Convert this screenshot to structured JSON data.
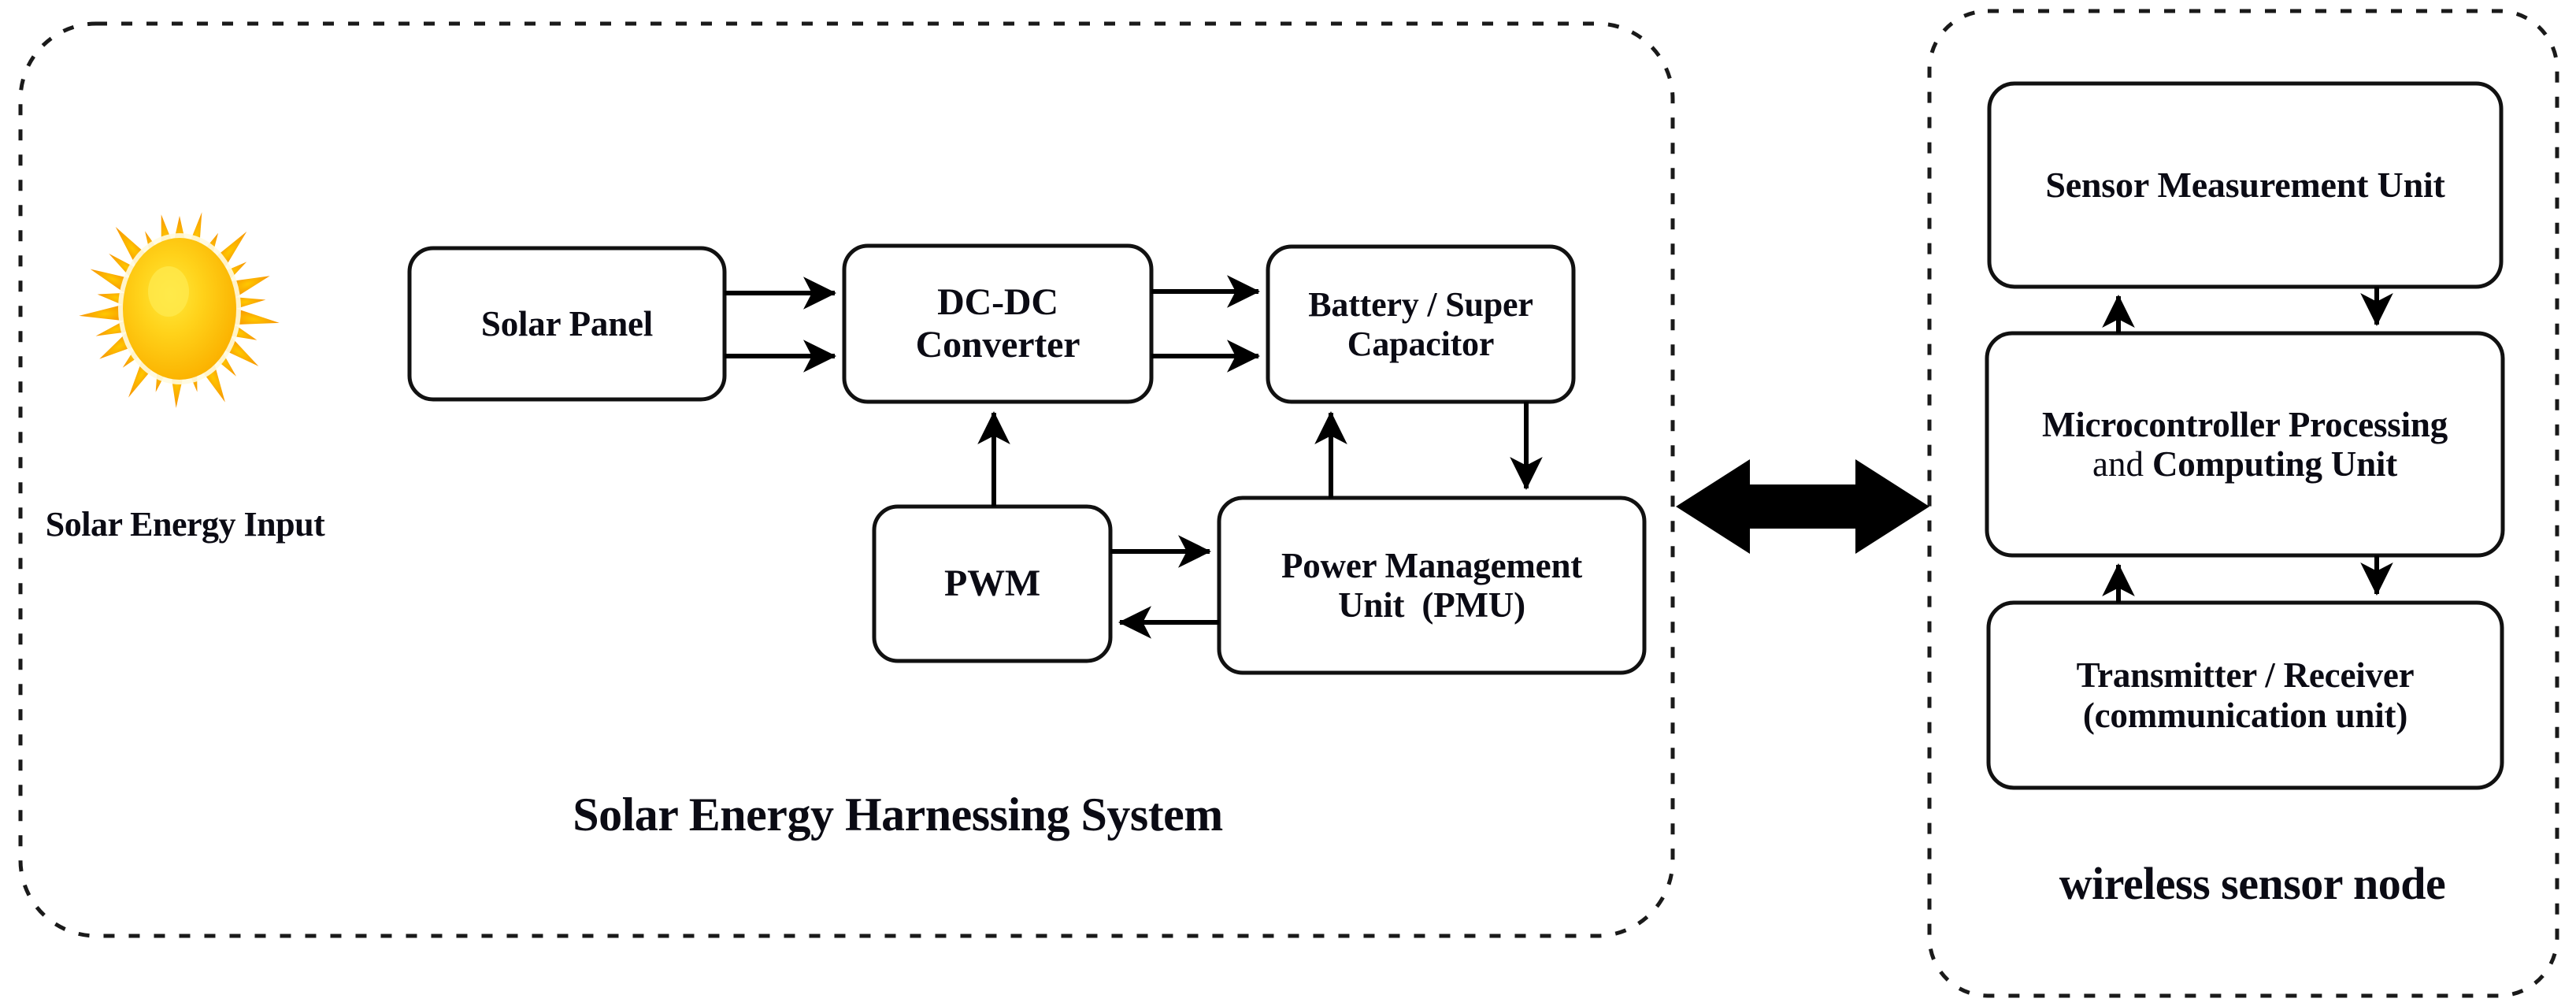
{
  "diagram": {
    "title_left": "Solar Energy Harnessing System",
    "title_right": "wireless sensor node",
    "sun_caption": "Solar Energy Input",
    "icons": {
      "sun": "sun-icon",
      "link": "bidirectional-arrow-icon"
    },
    "colors": {
      "box_stroke": "#111111",
      "box_fill": "#ffffff",
      "panel_stroke": "#1a1a1a",
      "text": "#0b0b14",
      "sun_core": "#ffd400",
      "sun_ray": "#f5a300",
      "arrow": "#000000",
      "background": "#ffffff"
    },
    "left_panel": {
      "name": "Solar Energy Harnessing System",
      "boxes": [
        {
          "id": "solar-panel",
          "label": "Solar Panel",
          "lines": [
            "Solar Panel"
          ]
        },
        {
          "id": "dc-dc-converter",
          "label": "DC-DC Converter",
          "lines": [
            "DC-DC",
            "Converter"
          ]
        },
        {
          "id": "battery",
          "label": "Battery / Super Capacitor",
          "lines": [
            "Battery / Super",
            "Capacitor"
          ]
        },
        {
          "id": "pwm",
          "label": "PWM",
          "lines": [
            "PWM"
          ]
        },
        {
          "id": "pmu",
          "label": "Power Management Unit (PMU)",
          "lines": [
            "Power Management",
            "Unit  (PMU)"
          ]
        }
      ],
      "connections": [
        {
          "from": "solar-panel",
          "to": "dc-dc-converter",
          "type": "arrow",
          "count": 2
        },
        {
          "from": "dc-dc-converter",
          "to": "battery",
          "type": "arrow",
          "count": 2
        },
        {
          "from": "pwm",
          "to": "dc-dc-converter",
          "type": "arrow"
        },
        {
          "from": "pwm",
          "to": "pmu",
          "type": "arrow"
        },
        {
          "from": "pmu",
          "to": "pwm",
          "type": "arrow"
        },
        {
          "from": "pmu",
          "to": "battery",
          "type": "arrow"
        },
        {
          "from": "battery",
          "to": "pmu",
          "type": "arrow"
        }
      ]
    },
    "right_panel": {
      "name": "wireless sensor node",
      "boxes": [
        {
          "id": "sensor-measurement-unit",
          "label": "Sensor Measurement Unit",
          "lines": [
            "Sensor Measurement Unit"
          ]
        },
        {
          "id": "microcontroller",
          "label": "Microcontroller Processing and Computing Unit",
          "lines": [
            "Microcontroller Processing",
            "and  Computing Unit"
          ],
          "line2_prefix": "and",
          "line2_rest": " Computing Unit"
        },
        {
          "id": "transmitter-receiver",
          "label": "Transmitter / Receiver (communication unit)",
          "lines": [
            "Transmitter / Receiver",
            "(communication unit)"
          ]
        }
      ],
      "connections": [
        {
          "from": "microcontroller",
          "to": "sensor-measurement-unit",
          "type": "arrow"
        },
        {
          "from": "sensor-measurement-unit",
          "to": "microcontroller",
          "type": "arrow"
        },
        {
          "from": "transmitter-receiver",
          "to": "microcontroller",
          "type": "arrow"
        },
        {
          "from": "microcontroller",
          "to": "transmitter-receiver",
          "type": "arrow"
        }
      ]
    },
    "inter_panel_link": {
      "from": "left_panel",
      "to": "right_panel",
      "type": "bidirectional"
    }
  }
}
